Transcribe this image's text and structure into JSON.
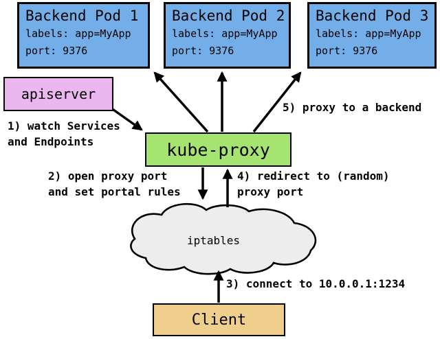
{
  "colors": {
    "pod_fill": "#74AEE8",
    "apiserver_fill": "#EBB7EF",
    "kube_proxy_fill": "#A5E470",
    "client_fill": "#F0CE8C",
    "cloud_fill": "#EDEDED",
    "outline": "#000000"
  },
  "nodes": {
    "pods": [
      {
        "title": "Backend Pod 1",
        "labels": "labels: app=MyApp",
        "port": "port: 9376"
      },
      {
        "title": "Backend Pod 2",
        "labels": "labels: app=MyApp",
        "port": "port: 9376"
      },
      {
        "title": "Backend Pod 3",
        "labels": "labels: app=MyApp",
        "port": "port: 9376"
      }
    ],
    "apiserver": {
      "label": "apiserver"
    },
    "kube_proxy": {
      "label": "kube-proxy"
    },
    "iptables": {
      "label": "iptables"
    },
    "client": {
      "label": "Client"
    }
  },
  "annotations": {
    "step1_line1": "1) watch Services",
    "step1_line2": "and Endpoints",
    "step2_line1": "2) open proxy port",
    "step2_line2": "and set portal rules",
    "step3": "3) connect to 10.0.0.1:1234",
    "step4_line1": "4) redirect to (random)",
    "step4_line2": "proxy port",
    "step5": "5) proxy to a backend"
  }
}
